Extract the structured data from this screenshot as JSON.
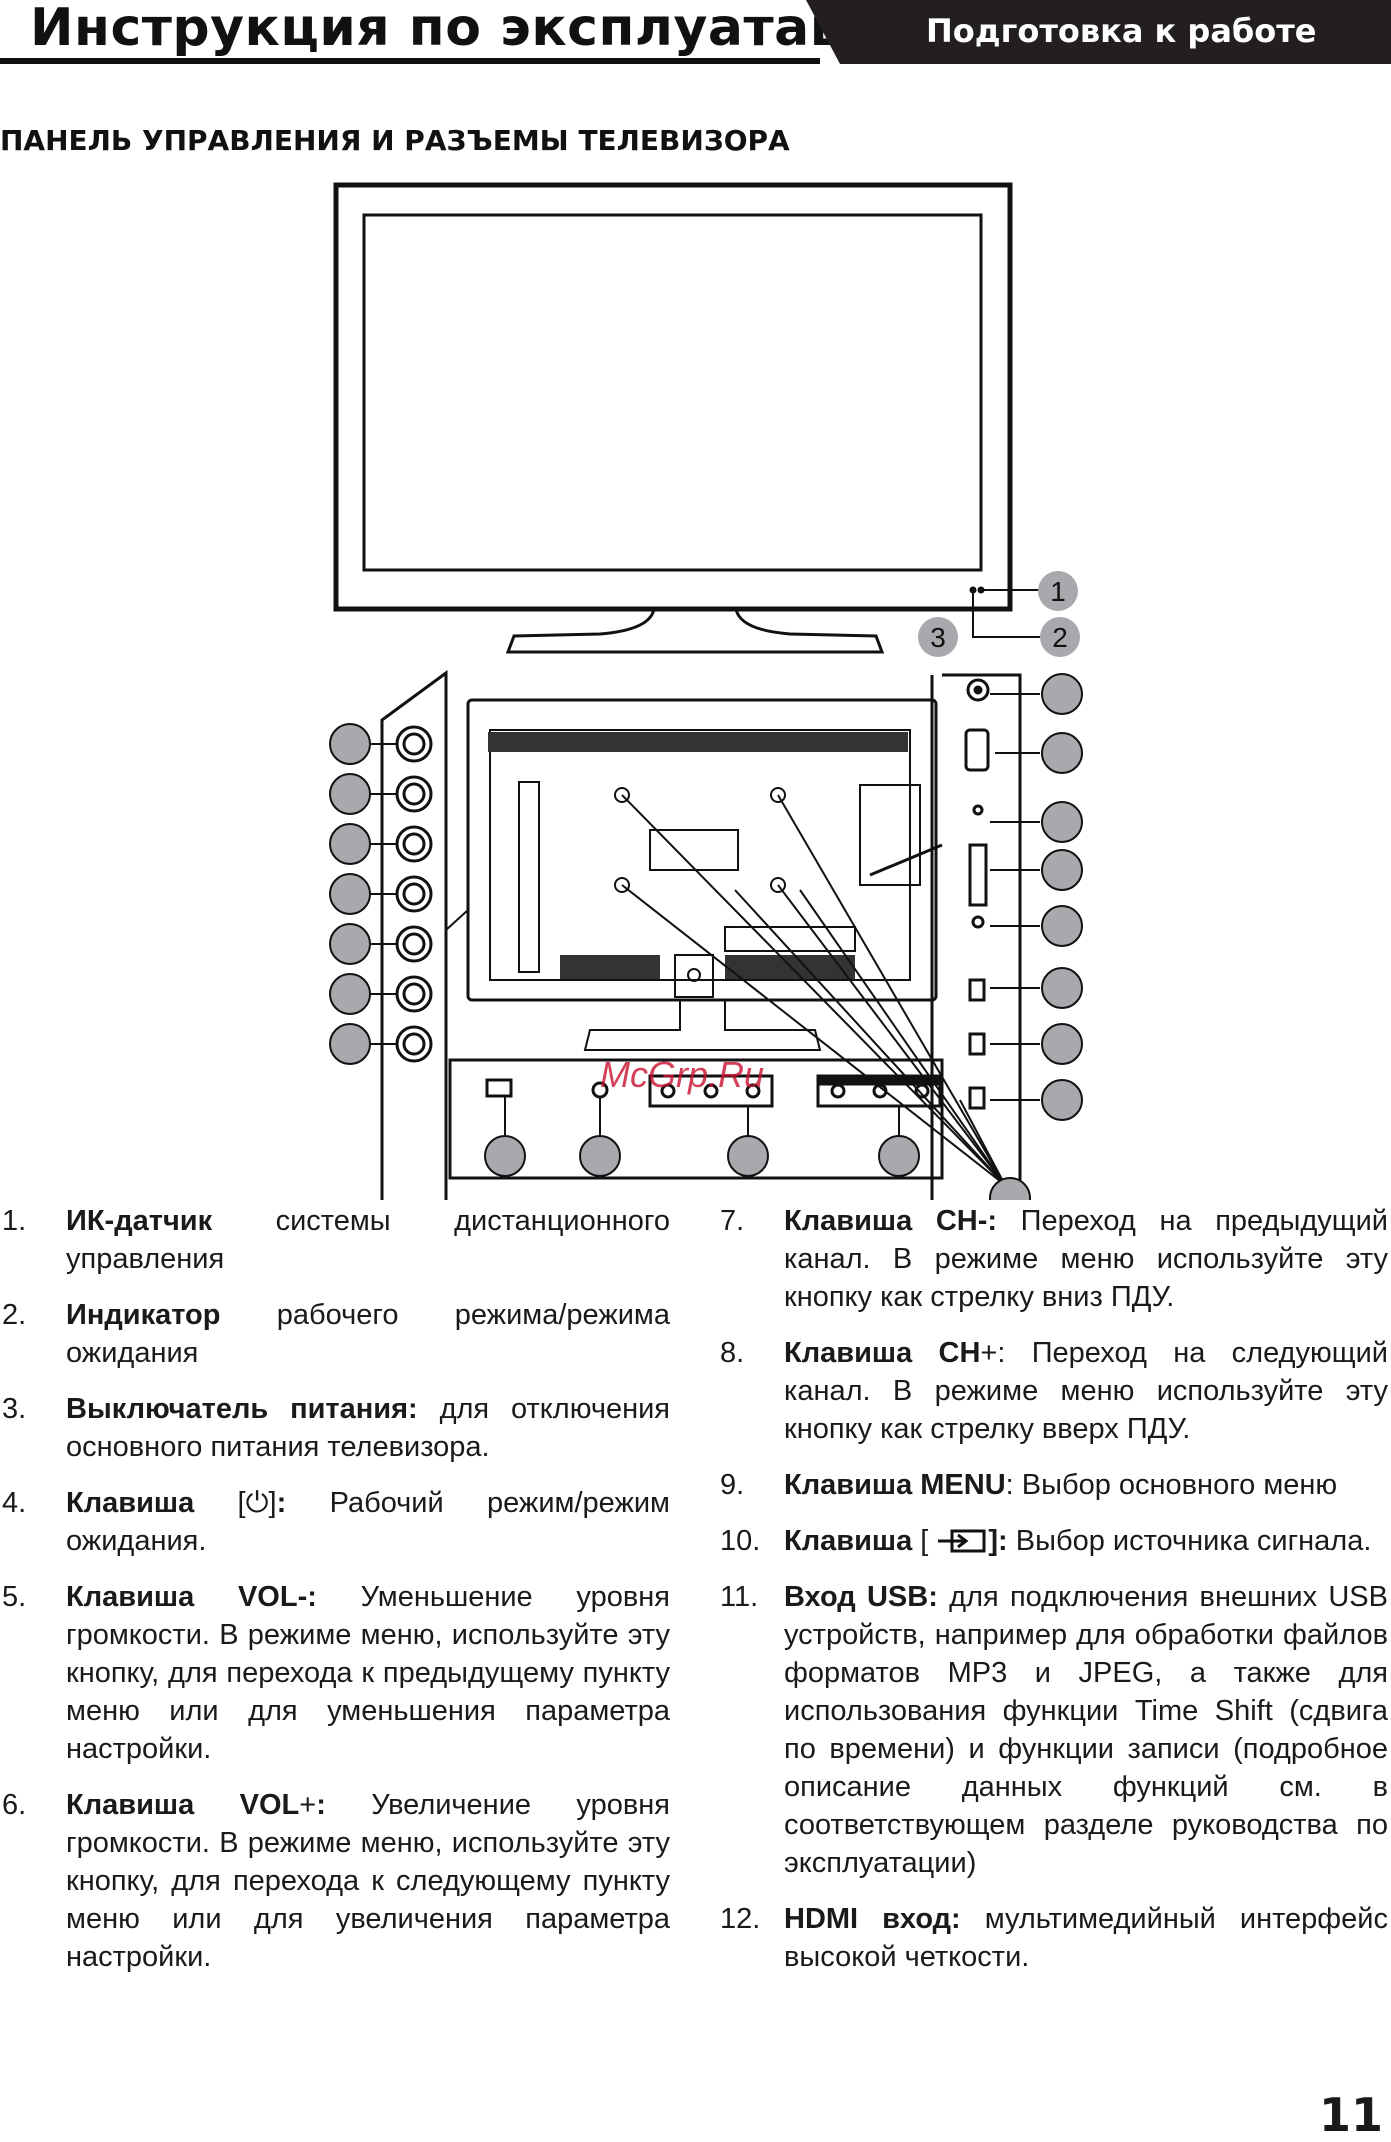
{
  "header": {
    "title": "Инструкция по эксплуатации",
    "tab": "Подготовка к работе"
  },
  "section_title": "ПАНЕЛЬ УПРАВЛЕНИЯ И РАЗЪЕМЫ ТЕЛЕВИЗОРА",
  "diagram": {
    "callouts": [
      "1",
      "2",
      "3"
    ],
    "watermark": "McGrp.Ru"
  },
  "items_left": [
    {
      "num": "1.",
      "bold": "ИК-датчик",
      "rest": " системы дистанционного управления"
    },
    {
      "num": "2.",
      "bold": "Индикатор",
      "rest": " рабочего режима/режима ожидания"
    },
    {
      "num": "3.",
      "bold": "Выключатель питания:",
      "rest": " для отключения основного питания телевизора."
    },
    {
      "num": "4.",
      "bold": "Клавиша",
      "mid": " [⏻]",
      "bold2": ":",
      "rest": " Рабочий режим/режим ожидания."
    },
    {
      "num": "5.",
      "bold": "Клавиша VOL-:",
      "rest": " Уменьшение уровня громкости. В режиме меню, используйте эту кнопку, для перехода к предыдущему пункту меню или для уменьшения параметра настройки."
    },
    {
      "num": "6.",
      "bold": "Клавиша VOL",
      "mid": "+",
      "bold2": ":",
      "rest": " Увеличение уровня громкости. В режиме меню, используйте эту кнопку, для перехода к следующему пункту меню или для увеличения параметра настройки."
    }
  ],
  "items_right": [
    {
      "num": "7.",
      "bold": "Клавиша CH-:",
      "rest": " Переход на предыдущий канал. В режиме меню используйте эту кнопку как стрелку вниз ПДУ."
    },
    {
      "num": "8.",
      "bold": "Клавиша CH",
      "mid": "+",
      "bold2": "",
      "rest": ": Переход на следующий канал. В режиме меню используйте эту кнопку как стрелку вверх ПДУ."
    },
    {
      "num": "9.",
      "bold": "Клавиша MENU",
      "mid": "",
      "bold2": "",
      "rest": ": Выбор основного меню"
    },
    {
      "num": "10.",
      "bold": "Клавиша",
      "mid": " [ ",
      "bold2": "]:",
      "rest": " Выбор источника сигнала."
    },
    {
      "num": "11.",
      "bold": "Вход USB:",
      "rest": " для подключения внешних USB устройств, например для обработки файлов форматов MP3 и JPEG, а также для использования функции Time Shift (сдвига по времени) и функции записи (подробное описание данных функций см. в соответствующем разделе руководства по эксплуатации)"
    },
    {
      "num": "12.",
      "bold": "HDMI вход:",
      "rest": " мультимедийный интерфейс высокой четкости."
    }
  ],
  "page_number": "11",
  "colors": {
    "dark": "#231f20",
    "callout_gray": "#a7a9ac",
    "watermark": "#c8102e"
  }
}
